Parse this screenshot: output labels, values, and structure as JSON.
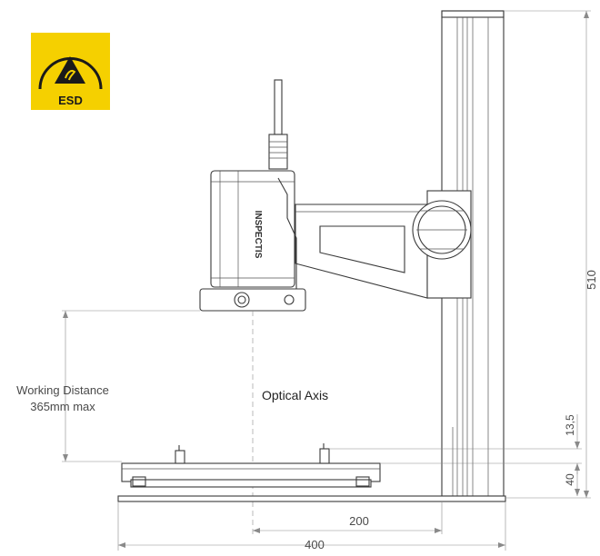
{
  "esd_badge": {
    "text": "ESD",
    "color_bg": "#f5d000",
    "color_fg": "#1a1a1a",
    "icon": "esd-warning-icon"
  },
  "camera": {
    "brand_text": "INSPECTIS"
  },
  "labels": {
    "working_distance_line1": "Working Distance",
    "working_distance_line2": "365mm max",
    "optical_axis": "Optical Axis"
  },
  "dimensions": {
    "column_height": "510",
    "stage_pin_height": "13,5",
    "base_height": "40",
    "axis_offset": "200",
    "base_width": "400"
  }
}
